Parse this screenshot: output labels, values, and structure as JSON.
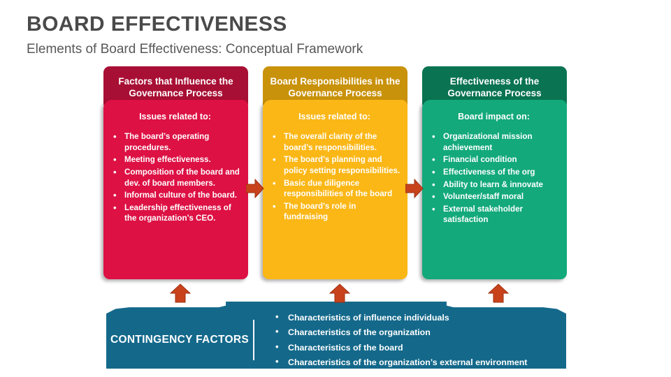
{
  "title": "BOARD EFFECTIVENESS",
  "subtitle": "Elements of Board Effectiveness: Conceptual Framework",
  "colors": {
    "title": "#4a4a4a",
    "col1_header": "#A80F34",
    "col1_body": "#DD1144",
    "col2_header": "#C9920B",
    "col2_body": "#FBB716",
    "col3_header": "#0A7352",
    "col3_body": "#13A97B",
    "banner": "#14698B",
    "arrow": "#C8431C"
  },
  "columns": [
    {
      "header": "Factors that Influence the Governance Process",
      "subhead": "Issues related to:",
      "bullets": [
        "The board’s operating procedures.",
        "Meeting effectiveness.",
        "Composition of the board and dev. of board members.",
        "Informal culture of the board.",
        "Leadership effectiveness of the organization’s CEO."
      ]
    },
    {
      "header": "Board Responsibilities in the Governance Process",
      "subhead": "Issues related to:",
      "bullets": [
        "The overall clarity of the board’s responsibilities.",
        "The board’s planning and policy setting responsibilities.",
        "Basic due diligence responsibilities of the board",
        "The board’s role in fundraising"
      ]
    },
    {
      "header": "Effectiveness of the Governance Process",
      "subhead": "Board impact on:",
      "bullets": [
        "Organizational mission achievement",
        "Financial condition",
        "Effectiveness of the org",
        "Ability to learn & innovate",
        "Volunteer/staff moral",
        "External stakeholder satisfaction"
      ]
    }
  ],
  "banner": {
    "title": "CONTINGENCY FACTORS",
    "bullets": [
      "Characteristics of influence individuals",
      "Characteristics of the organization",
      "Characteristics of the board",
      "Characteristics of the organization’s external environment"
    ]
  }
}
